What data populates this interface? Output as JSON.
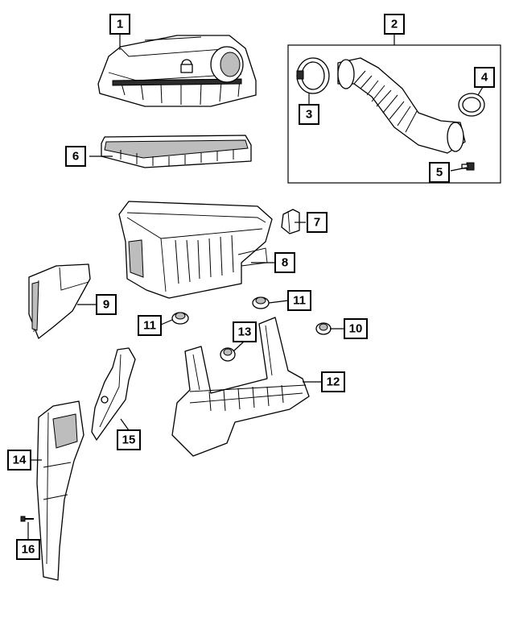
{
  "callouts": [
    {
      "id": "1",
      "label": "1"
    },
    {
      "id": "2",
      "label": "2"
    },
    {
      "id": "3",
      "label": "3"
    },
    {
      "id": "4",
      "label": "4"
    },
    {
      "id": "5",
      "label": "5"
    },
    {
      "id": "6",
      "label": "6"
    },
    {
      "id": "7",
      "label": "7"
    },
    {
      "id": "8",
      "label": "8"
    },
    {
      "id": "9",
      "label": "9"
    },
    {
      "id": "10",
      "label": "10"
    },
    {
      "id": "11a",
      "label": "11"
    },
    {
      "id": "11b",
      "label": "11"
    },
    {
      "id": "12",
      "label": "12"
    },
    {
      "id": "13",
      "label": "13"
    },
    {
      "id": "14",
      "label": "14"
    },
    {
      "id": "15",
      "label": "15"
    },
    {
      "id": "16",
      "label": "16"
    }
  ]
}
